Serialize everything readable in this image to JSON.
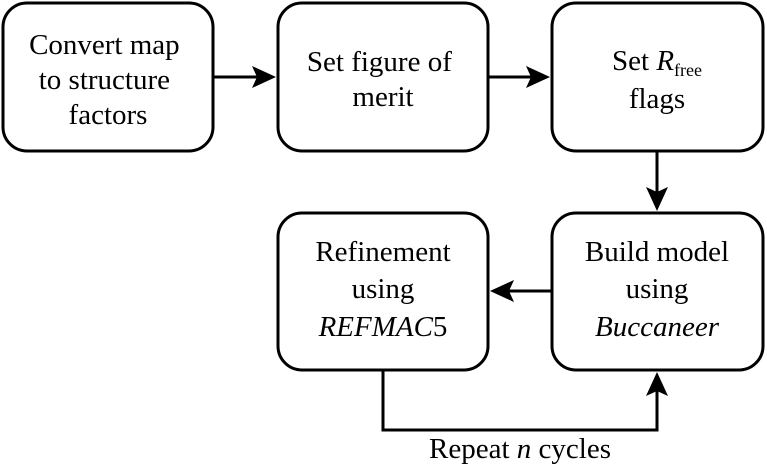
{
  "diagram": {
    "nodes": {
      "convert": {
        "lines": [
          "Convert map",
          "to structure",
          "factors"
        ]
      },
      "fom": {
        "lines": [
          "Set figure of",
          "merit"
        ]
      },
      "rfree": {
        "prefix": "Set ",
        "symbol": "R",
        "subscript": "free",
        "line2": "flags"
      },
      "build": {
        "line1": "Build model",
        "line2": "using",
        "line3_italic": "Buccaneer"
      },
      "refine": {
        "line1": "Refinement",
        "line2": "using",
        "line3_italic": "REFMAC",
        "line3_suffix": "5"
      }
    },
    "loop": {
      "prefix": "Repeat ",
      "var": "n",
      "suffix": " cycles"
    }
  }
}
